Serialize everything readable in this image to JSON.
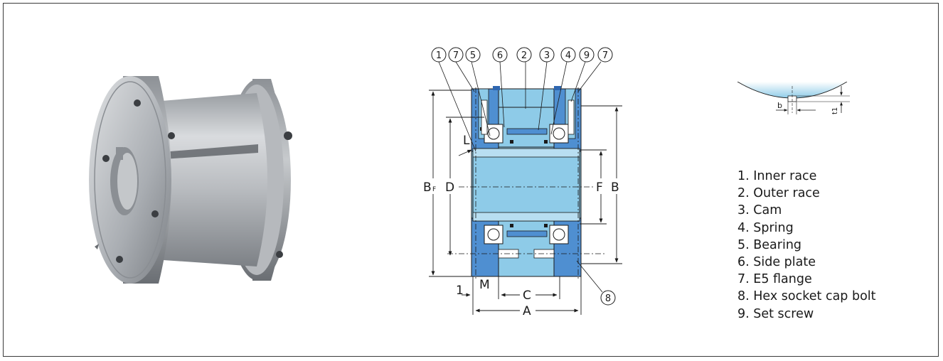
{
  "colors": {
    "part_blue": "#8ecbe8",
    "housing_blue": "#4f8fd1",
    "housing_dark": "#2f67b0",
    "outline": "#1a1a1a",
    "metal_light": "#d6d8db",
    "metal_dark": "#6f7378"
  },
  "photo": {
    "icon": "sprag-clutch-photo-icon"
  },
  "diagram": {
    "callouts": [
      "1",
      "7",
      "5",
      "6",
      "2",
      "3",
      "4",
      "9",
      "7"
    ],
    "callout_bottom": "8",
    "dimensions": {
      "bf": "B",
      "bf_sub": "F",
      "d": "D",
      "l": "L",
      "f": "F",
      "b": "B",
      "one": "1",
      "m": "M",
      "c": "C",
      "a": "A"
    }
  },
  "keyway": {
    "b": "b",
    "t1": "t1"
  },
  "legend": [
    "1. Inner race",
    "2. Outer race",
    "3. Cam",
    "4. Spring",
    "5. Bearing",
    "6. Side plate",
    "7. E5 flange",
    "8. Hex socket cap bolt",
    "9. Set screw"
  ]
}
